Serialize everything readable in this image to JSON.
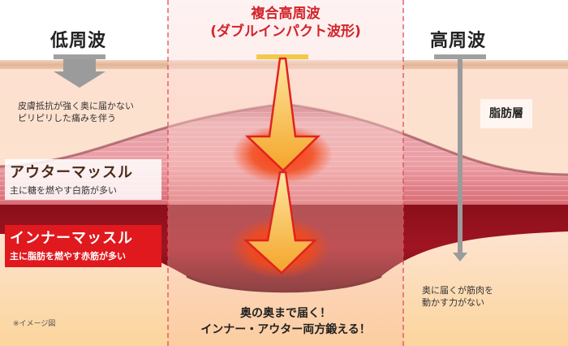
{
  "columns": {
    "low": {
      "title": "低周波",
      "description_lines": [
        "皮膚抵抗が強く奥に届かない",
        "ピリピリした痛みを伴う"
      ]
    },
    "combined": {
      "title_line1": "複合高周波",
      "title_line2": "(ダブルインパクト波形)",
      "message_line1": "奥の奥まで届く！",
      "message_line2": "インナー・アウター両方鍛える！"
    },
    "high": {
      "title": "高周波",
      "description_lines": [
        "奥に届くが筋肉を",
        "動かす力がない"
      ]
    }
  },
  "layers": {
    "fat": "脂肪層",
    "outer_muscle": {
      "title": "アウターマッスル",
      "subtitle": "主に糖を燃やす白筋が多い"
    },
    "inner_muscle": {
      "title": "インナーマッスル",
      "subtitle": "主に脂肪を燃やす赤筋が多い"
    }
  },
  "note": "※イメージ図",
  "colors": {
    "accent_red": "#d2232a",
    "inner_red": "#e0191e",
    "arrow_fill": "#f6b93b",
    "arrow_stroke": "#e0231f",
    "gray_arrow": "#9b9b9b",
    "skin_band": "#e8c4a6",
    "fat_bg": "#fde2d0"
  }
}
